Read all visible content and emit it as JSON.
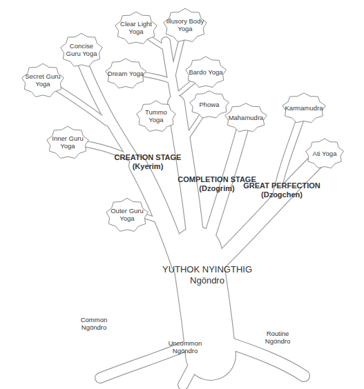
{
  "diagram": {
    "nodes": [
      {
        "text": [
          "Clear Light Yoga"
        ]
      },
      {
        "text": [
          "Illusory Body Yoga"
        ]
      },
      {
        "text": [
          "Concise Guru Yoga"
        ]
      },
      {
        "text": [
          "Bardo Yoga"
        ]
      },
      {
        "text": [
          "Dream Yoga"
        ]
      },
      {
        "text": [
          "Secret Guru Yoga"
        ]
      },
      {
        "text": [
          "Phowa"
        ]
      },
      {
        "text": [
          "Karmamudra"
        ]
      },
      {
        "text": [
          "Tummo Yoga"
        ]
      },
      {
        "text": [
          "Mahamudra"
        ]
      },
      {
        "text": [
          "Inner Guru Yoga"
        ]
      },
      {
        "text": [
          "Ati Yoga"
        ]
      },
      {
        "text": [
          "Outer Guru Yoga"
        ]
      }
    ],
    "labels": [
      "CREATION STAGE (Kyerim)",
      "COMPLETION STAGE (Dzogrim)",
      "GREAT PERFECTION (Dzogchen)",
      "YUTHOK NYINGTHIG Ngöndro",
      "Common Ngöndro",
      "Uncommon Ngöndro",
      "Routine Ngöndro"
    ]
  }
}
